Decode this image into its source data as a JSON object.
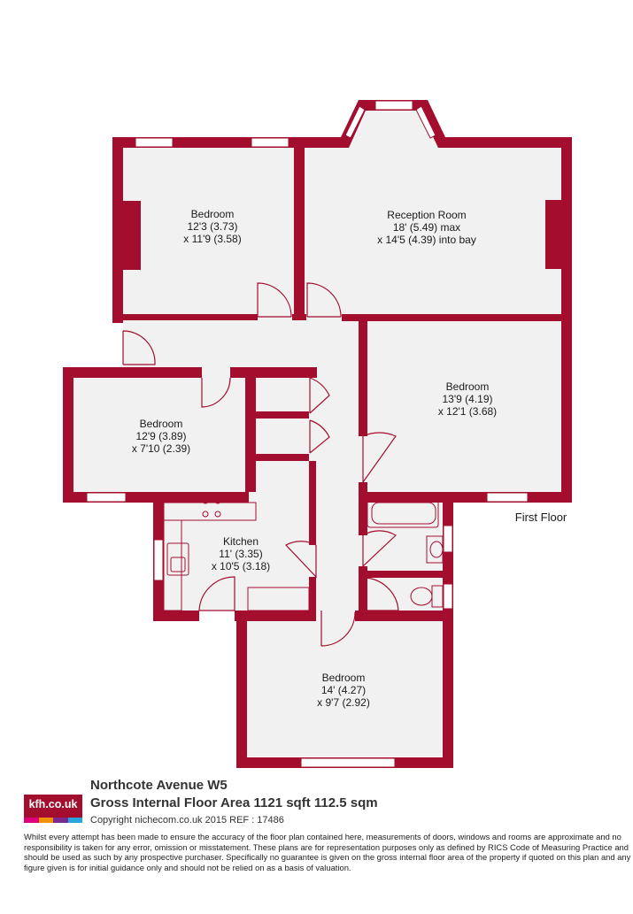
{
  "floor_label": "First Floor",
  "rooms": [
    {
      "name": "Bedroom",
      "dims1": "12'3 (3.73)",
      "dims2": "x 11'9 (3.58)"
    },
    {
      "name": "Reception Room",
      "dims1": "18' (5.49) max",
      "dims2": "x 14'5 (4.39) into bay"
    },
    {
      "name": "Bedroom",
      "dims1": "13'9 (4.19)",
      "dims2": "x 12'1 (3.68)"
    },
    {
      "name": "Bedroom",
      "dims1": "12'9 (3.89)",
      "dims2": "x 7'10 (2.39)"
    },
    {
      "name": "Kitchen",
      "dims1": "11' (3.35)",
      "dims2": "x 10'5 (3.18)"
    },
    {
      "name": "Bedroom",
      "dims1": "14' (4.27)",
      "dims2": "x 9'7 (2.92)"
    }
  ],
  "footer": {
    "address": "Northcote Avenue  W5",
    "area": "Gross Internal Floor Area 1121 sqft 112.5 sqm",
    "copyright": "Copyright nichecom.co.uk 2015 REF : 17486",
    "disclaimer": "Whilst every attempt has been made to ensure the accuracy of the floor plan contained here, measurements of doors, windows and rooms are approximate and no responsibility is taken for any error, omission or misstatement.  These plans are for representation purposes only as defined by RICS Code of Measuring Practice and should be used as such by any prospective purchaser.  Specifically no guarantee is given on the gross internal floor area of the property if quoted on this plan and any figure given is for initial guidance only and should not be relied on as a basis of valuation."
  },
  "logo": {
    "text": "kfh.co.uk",
    "stripe_colors": [
      "#e2007a",
      "#f39200",
      "#7a2a8c",
      "#2aa6df"
    ]
  },
  "colors": {
    "wall": "#a30e2e",
    "floor": "#f2f1f1"
  }
}
